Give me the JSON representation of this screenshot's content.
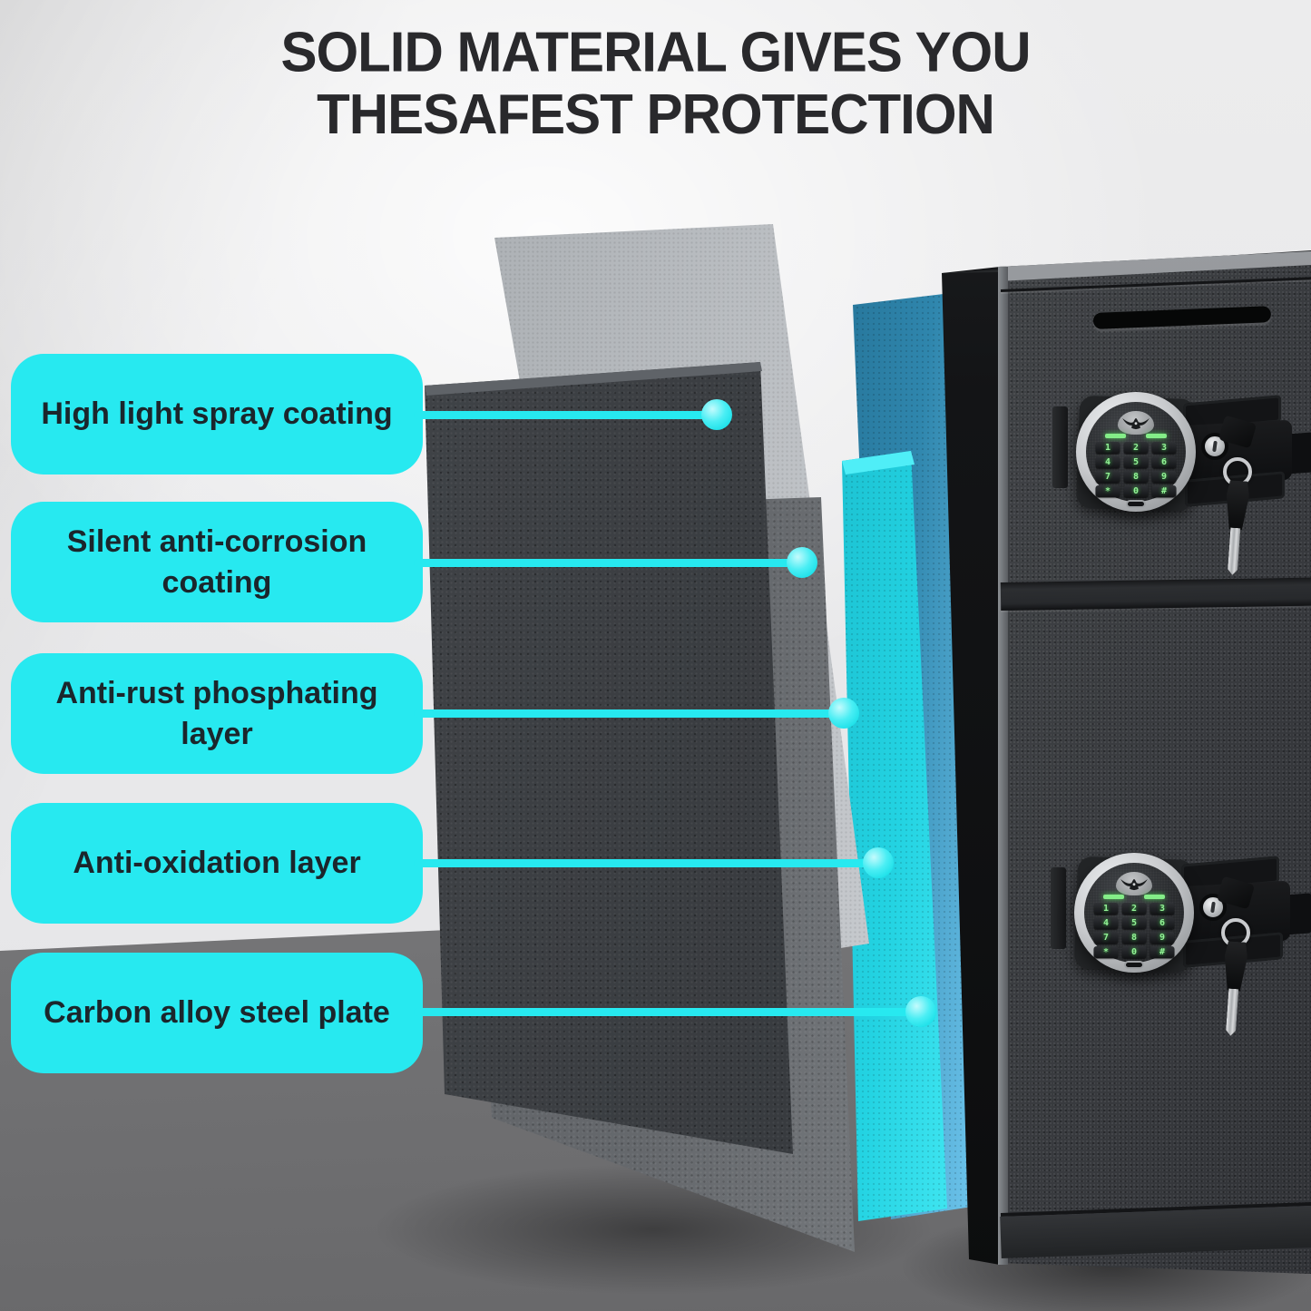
{
  "title": {
    "line1": "SOLID MATERIAL GIVES YOU",
    "line2": "THESAFEST PROTECTION"
  },
  "callouts": [
    {
      "label": "High light spray coating"
    },
    {
      "label": "Silent anti-corrosion coating"
    },
    {
      "label": "Anti-rust phosphating layer"
    },
    {
      "label": "Anti-oxidation layer"
    },
    {
      "label": "Carbon alloy steel plate"
    }
  ],
  "safe": {
    "lock_count": 2,
    "keypad_digits": [
      "1",
      "2",
      "3",
      "4",
      "5",
      "6",
      "7",
      "8",
      "9",
      "*",
      "0",
      "#"
    ],
    "icons": {
      "logo": "eagle-wing-emblem",
      "indicator": "led-window",
      "keyhole": "round-key-cylinder",
      "keys": "key-pair-on-ring",
      "slot": "deposit-drop-slot"
    }
  },
  "colors": {
    "accent_cyan": "#27e9f0",
    "label_text": "#1b262c",
    "title_text": "#29292c",
    "keypad_green": "#93f296",
    "steel_plate_blue": "#1d6486",
    "oxidation_plate_cyan": "#11a6b8",
    "phosphating_plate_silver": "#c6c9cd",
    "corrosion_plate_gray": "#65686c",
    "spray_plate_charcoal": "#3d4044"
  }
}
